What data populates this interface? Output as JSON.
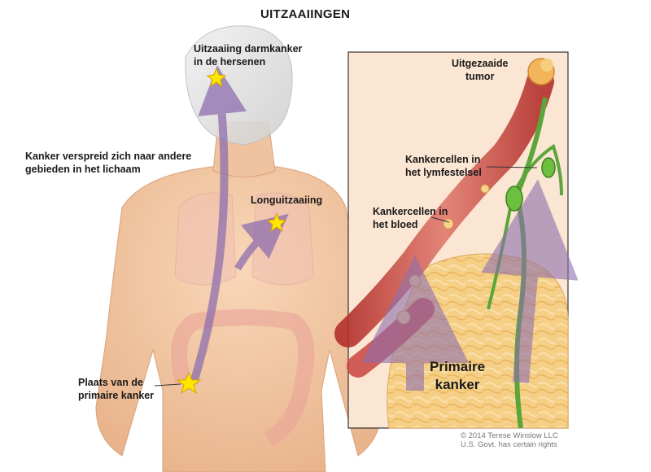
{
  "title": "UITZAAIINGEN",
  "labels": {
    "brain": [
      "Uitzaaiing darmkanker",
      "in de hersenen"
    ],
    "spread": [
      "Kanker verspreid zich naar andere",
      "gebieden in het lichaam"
    ],
    "lung": "Longuitzaaiing",
    "primary_site": [
      "Plaats van de",
      "primaire kanker"
    ],
    "spread_tumor": [
      "Uitgezaaide",
      "tumor"
    ],
    "lymph": [
      "Kankercellen in",
      "het lymfestelsel"
    ],
    "blood": [
      "Kankercellen in",
      "het bloed"
    ],
    "primary_cancer": [
      "Primaire",
      "kanker"
    ]
  },
  "credit": [
    "© 2014 Terese Winslow LLC",
    "U.S. Govt. has certain rights"
  ],
  "colors": {
    "skin": "#f3c9a3",
    "arrow": "#8e6fae",
    "vessel": "#c9453f",
    "lymph": "#5aa63a",
    "tumor_tissue": "#f4c97a",
    "star": "#ffe600"
  }
}
